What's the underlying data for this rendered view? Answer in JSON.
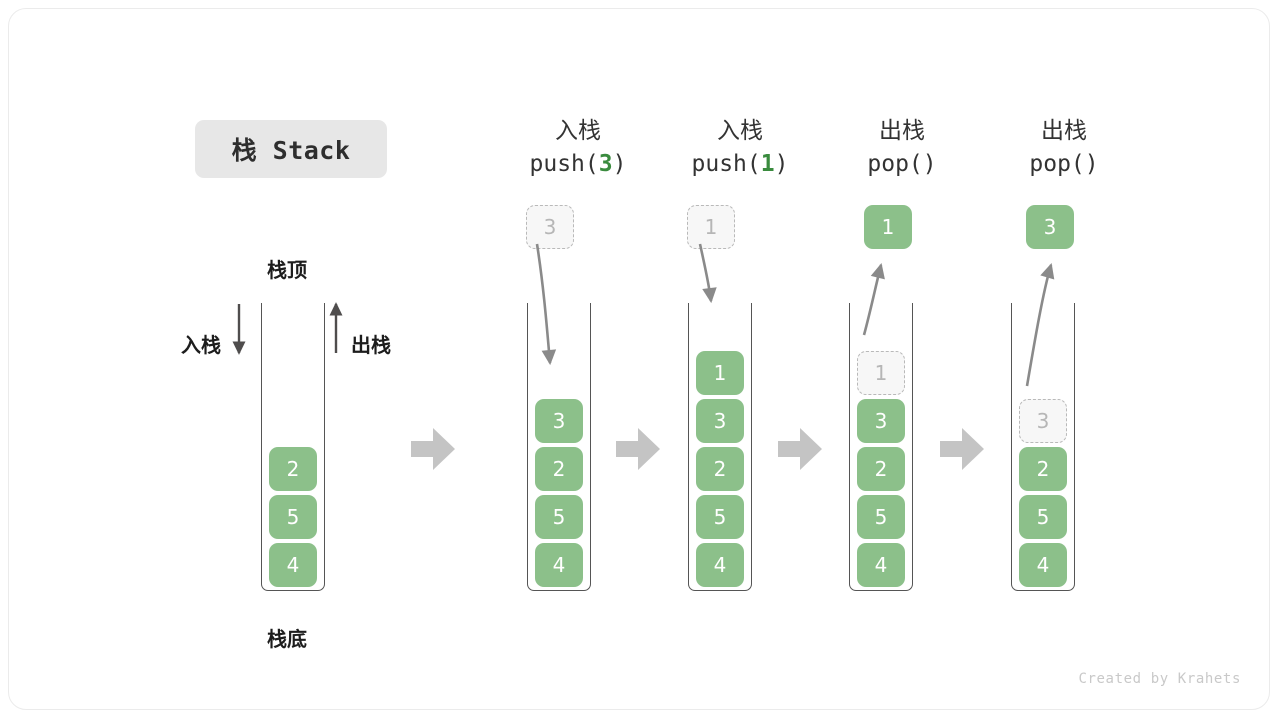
{
  "figure": {
    "title": "栈 Stack",
    "watermark": "Created by Krahets",
    "accent_green": "#8cc08a",
    "ghost_gray": "#b6b6b6",
    "arrow_gray": "#8a8a8a",
    "block_arrow_gray": "#c4c4c4",
    "wall_gray": "#555555",
    "badge_bg": "#e7e7e7"
  },
  "labels": {
    "stack_top": "栈顶",
    "stack_bottom": "栈底",
    "push_side": "入栈",
    "pop_side": "出栈"
  },
  "stages": [
    {
      "id": "initial",
      "header_cn": "",
      "header_code_pre": "",
      "header_code_arg": "",
      "header_code_post": "",
      "cells_top_to_bottom": [
        "2",
        "5",
        "4"
      ],
      "ghost_in_stack": null,
      "float_box": null,
      "float_box_kind": null
    },
    {
      "id": "push-3",
      "header_cn": "入栈",
      "header_code_pre": "push(",
      "header_code_arg": "3",
      "header_code_post": ")",
      "cells_top_to_bottom": [
        "3",
        "2",
        "5",
        "4"
      ],
      "ghost_in_stack": null,
      "float_box": "3",
      "float_box_kind": "ghost"
    },
    {
      "id": "push-1",
      "header_cn": "入栈",
      "header_code_pre": "push(",
      "header_code_arg": "1",
      "header_code_post": ")",
      "cells_top_to_bottom": [
        "1",
        "3",
        "2",
        "5",
        "4"
      ],
      "ghost_in_stack": null,
      "float_box": "1",
      "float_box_kind": "ghost"
    },
    {
      "id": "pop-1",
      "header_cn": "出栈",
      "header_code_pre": "pop(",
      "header_code_arg": "",
      "header_code_post": ")",
      "cells_top_to_bottom": [
        "3",
        "2",
        "5",
        "4"
      ],
      "ghost_in_stack": "1",
      "float_box": "1",
      "float_box_kind": "solid"
    },
    {
      "id": "pop-3",
      "header_cn": "出栈",
      "header_code_pre": "pop(",
      "header_code_arg": "",
      "header_code_post": ")",
      "cells_top_to_bottom": [
        "2",
        "5",
        "4"
      ],
      "ghost_in_stack": "3",
      "float_box": "3",
      "float_box_kind": "solid"
    }
  ]
}
